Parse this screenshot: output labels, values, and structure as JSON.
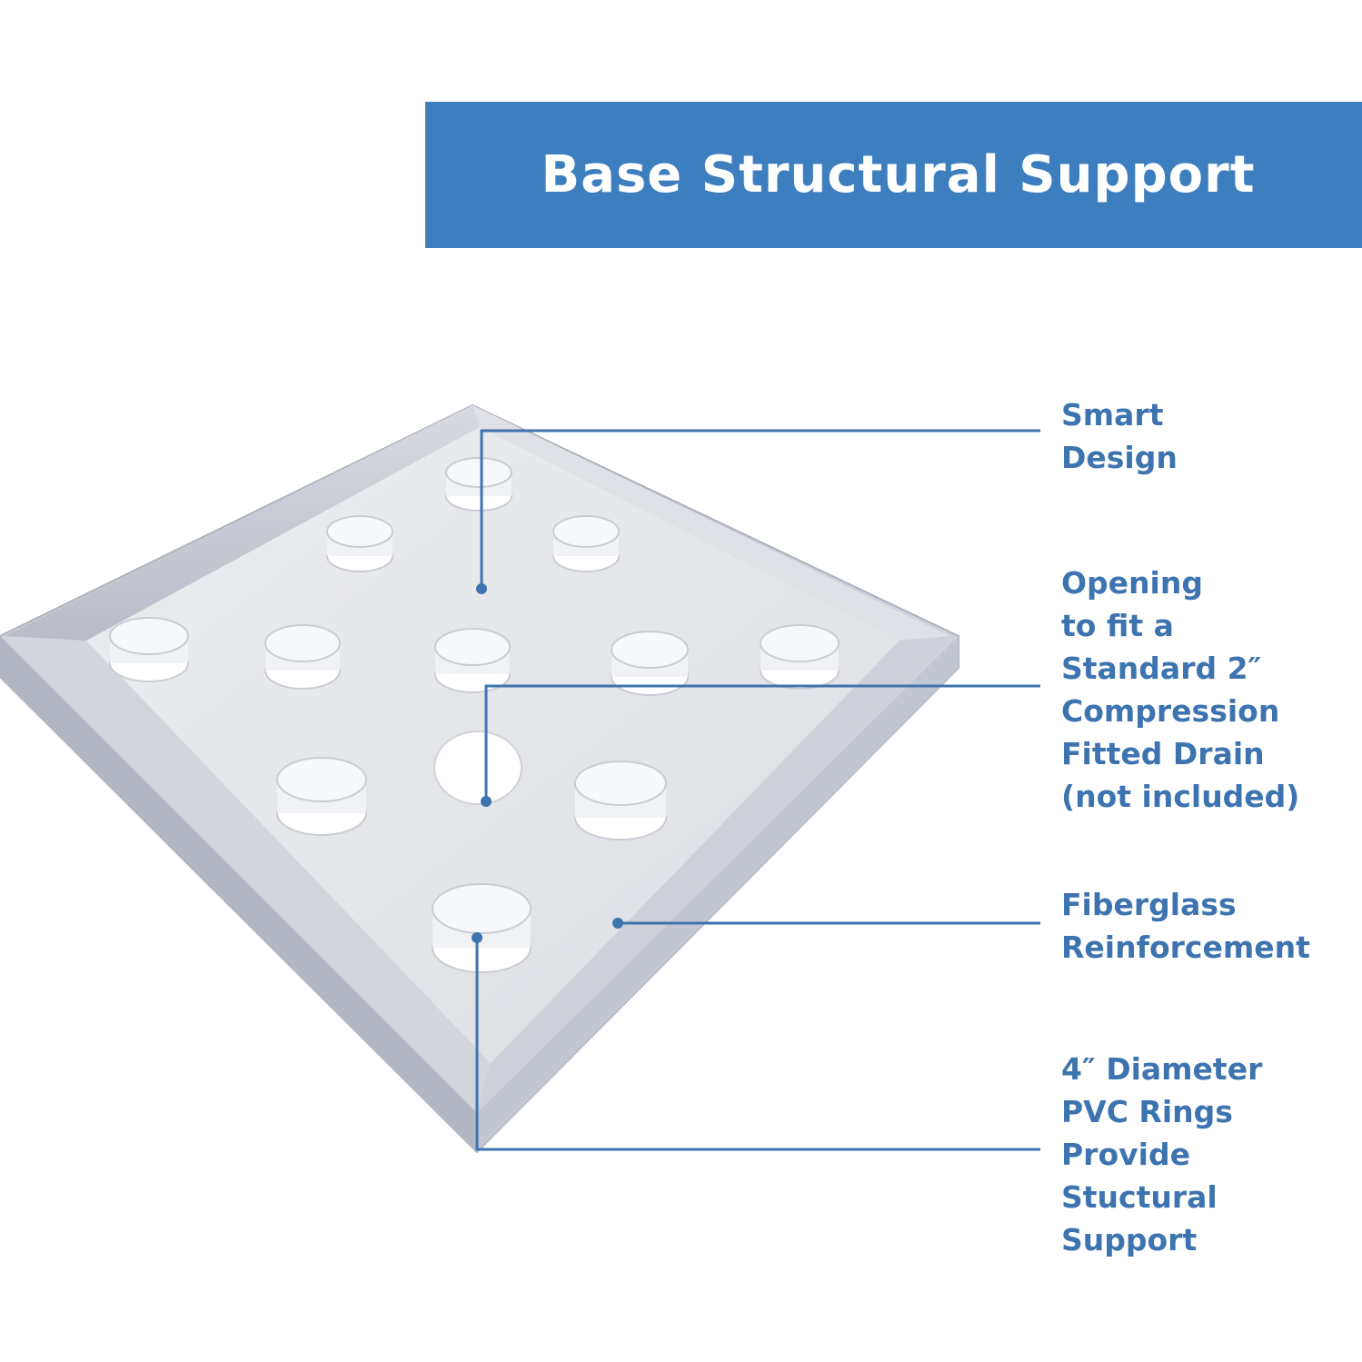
{
  "header": {
    "title": "Base Structural Support"
  },
  "colors": {
    "banner": "#3d7ebf",
    "callout_text": "#3d74b0",
    "leader": "#3d74b0",
    "tray_floor": "#e6e7ea",
    "tray_wall": "#c4c7d0",
    "ring": "#f6f7f9"
  },
  "callouts": [
    {
      "id": "smart-design",
      "lines": [
        "Smart",
        "Design"
      ]
    },
    {
      "id": "drain-opening",
      "lines": [
        "Opening",
        "to fit a",
        "Standard 2″",
        "Compression",
        "Fitted Drain",
        "(not included)"
      ]
    },
    {
      "id": "fiberglass",
      "lines": [
        "Fiberglass",
        "Reinforcement"
      ]
    },
    {
      "id": "pvc-rings",
      "lines": [
        "4″ Diameter",
        "PVC Rings",
        "Provide",
        "Stuctural",
        "Support"
      ]
    }
  ]
}
